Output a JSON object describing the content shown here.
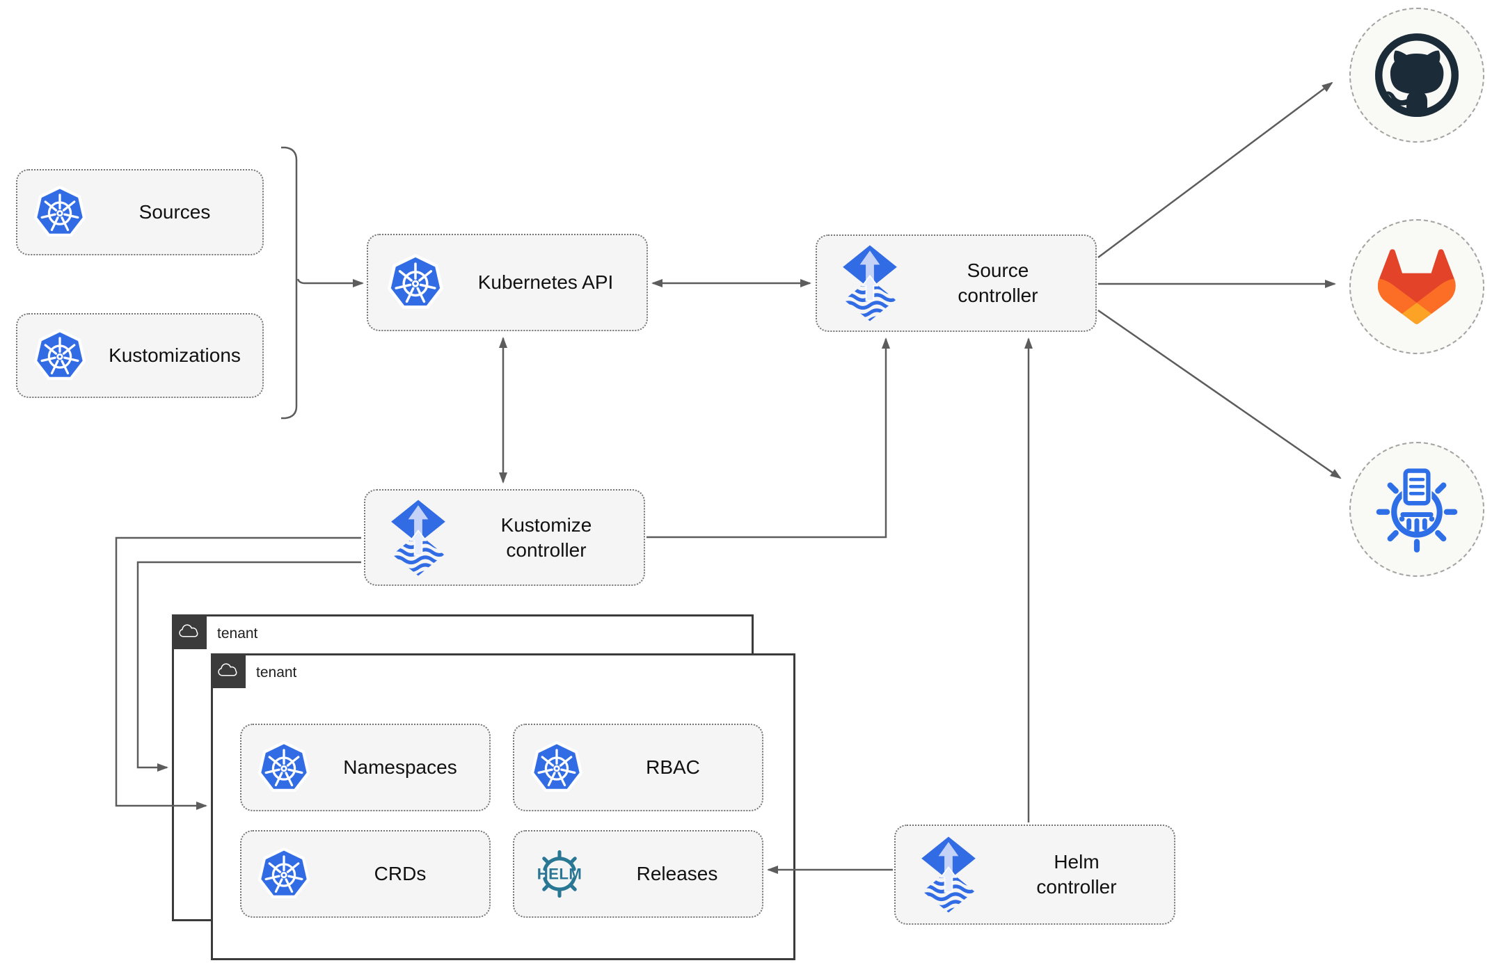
{
  "diagram_type": "flux-gitops-multi-tenancy-architecture",
  "nodes": {
    "sources": {
      "label": "Sources",
      "icon": "kubernetes-icon"
    },
    "kustomizations": {
      "label": "Kustomizations",
      "icon": "kubernetes-icon"
    },
    "kubernetes_api": {
      "label": "Kubernetes API",
      "icon": "kubernetes-icon"
    },
    "source_controller": {
      "label": "Source\ncontroller",
      "icon": "flux-icon"
    },
    "kustomize_controller": {
      "label": "Kustomize\ncontroller",
      "icon": "flux-icon"
    },
    "helm_controller": {
      "label": "Helm\ncontroller",
      "icon": "flux-icon"
    },
    "namespaces": {
      "label": "Namespaces",
      "icon": "kubernetes-icon"
    },
    "rbac": {
      "label": "RBAC",
      "icon": "kubernetes-icon"
    },
    "crds": {
      "label": "CRDs",
      "icon": "kubernetes-icon"
    },
    "releases": {
      "label": "Releases",
      "icon": "helm-icon",
      "icon_wordmark": "HELM"
    }
  },
  "tenants": {
    "outer": {
      "label": "tenant",
      "icon": "cloud-icon"
    },
    "inner": {
      "label": "tenant",
      "icon": "cloud-icon"
    }
  },
  "external_targets": {
    "github": {
      "icon": "github-icon"
    },
    "gitlab": {
      "icon": "gitlab-icon"
    },
    "chartmuseum": {
      "icon": "chartmuseum-helm-repo-icon"
    }
  },
  "connections": [
    {
      "from": "sources+kustomizations",
      "to": "kubernetes_api",
      "type": "arrow"
    },
    {
      "from": "kubernetes_api",
      "to": "source_controller",
      "type": "double-arrow"
    },
    {
      "from": "kubernetes_api",
      "to": "kustomize_controller",
      "type": "double-arrow"
    },
    {
      "from": "kustomize_controller",
      "to": "source_controller",
      "type": "arrow"
    },
    {
      "from": "helm_controller",
      "to": "source_controller",
      "type": "arrow"
    },
    {
      "from": "helm_controller",
      "to": "releases",
      "type": "arrow"
    },
    {
      "from": "kustomize_controller",
      "to": "tenant_outer",
      "type": "arrow"
    },
    {
      "from": "kustomize_controller",
      "to": "tenant_inner",
      "type": "arrow"
    },
    {
      "from": "source_controller",
      "to": "github",
      "type": "arrow"
    },
    {
      "from": "source_controller",
      "to": "gitlab",
      "type": "arrow"
    },
    {
      "from": "source_controller",
      "to": "chartmuseum",
      "type": "arrow"
    }
  ],
  "colors": {
    "kubernetes-blue": "#326ce5",
    "flux-blue": "#316ce4",
    "flux-light": "#c3d2f6",
    "github-dark": "#1b2b38",
    "gitlab-red": "#e24329",
    "gitlab-orange": "#fc6d26",
    "gitlab-amber": "#fca326",
    "chartmuseum-blue": "#2e6fe8",
    "helm-teal": "#2a7795",
    "line": "#5c5c5c",
    "node-fill": "#f5f5f5",
    "node-border": "#757575",
    "tenant-border": "#3b3b3b",
    "tenant-badge": "#3b3b3b",
    "circle-fill": "#f9f9f6",
    "circle-border": "#a3a3a3",
    "text": "#111111"
  }
}
